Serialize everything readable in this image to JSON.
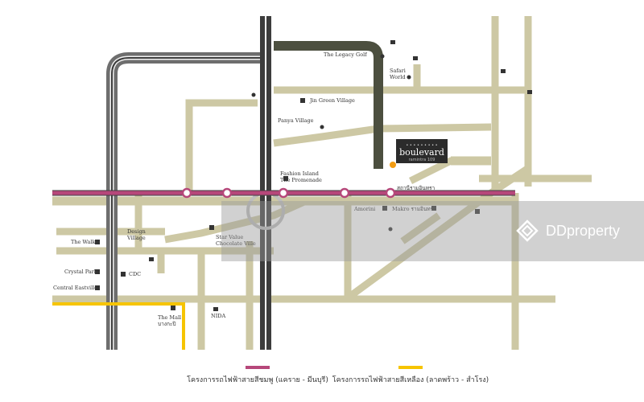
{
  "map": {
    "colors": {
      "road": "#cdc8a4",
      "expressway_grey": "#3f3f3f",
      "expressway_olive": "#4c4f3f",
      "bts_pink": "#b6477a",
      "bts_yellow": "#f6c400",
      "project_box": "#2b2b2b",
      "background": "#ffffff"
    },
    "labels": [
      {
        "id": "legacy-golf",
        "text": "The Legacy Golf"
      },
      {
        "id": "safari-world",
        "text": "Safari\nWorld"
      },
      {
        "id": "jin-green",
        "text": "Jin Green Village"
      },
      {
        "id": "panya-village",
        "text": "Panya Village"
      },
      {
        "id": "fashion-island",
        "text": "Fashion Island\nThe Promenade"
      },
      {
        "id": "amorini",
        "text": "Amorini"
      },
      {
        "id": "makro",
        "text": "Makro รามอินทรา"
      },
      {
        "id": "design-village",
        "text": "Design\nVillage"
      },
      {
        "id": "the-walk",
        "text": "The Walk"
      },
      {
        "id": "crystal-park",
        "text": "Crystal Park"
      },
      {
        "id": "central-eastville",
        "text": "Central Eastville"
      },
      {
        "id": "cdc",
        "text": "CDC"
      },
      {
        "id": "the-mall",
        "text": "The Mall\nบางกะปิ"
      },
      {
        "id": "nida",
        "text": "NIDA"
      },
      {
        "id": "star-value",
        "text": "Star Value\nChocolate Ville"
      },
      {
        "id": "station-main",
        "text": "สถานีรามอินทรา"
      }
    ],
    "project": {
      "name": "boulevard",
      "small": "• • • • • • • • •",
      "sub": "ramintra 109"
    },
    "watermark": "DDproperty",
    "legend": {
      "pink": "โครงการรถไฟฟ้าสายสีชมพู (แคราย - มีนบุรี)",
      "yellow": "โครงการรถไฟฟ้าสายสีเหลือง (ลาดพร้าว - สำโรง)"
    }
  }
}
